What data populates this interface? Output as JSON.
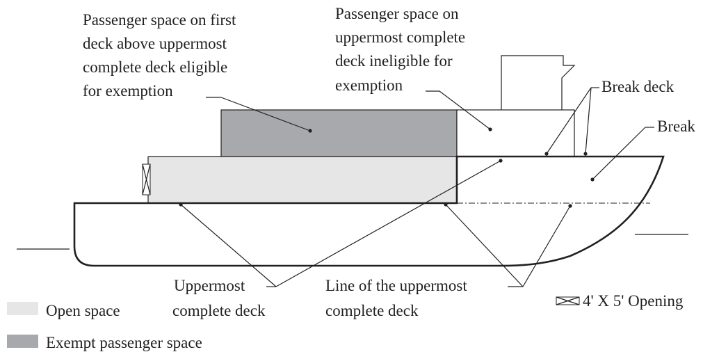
{
  "labels": {
    "exempt_eligible": [
      "Passenger space on first",
      "deck above uppermost",
      "complete deck eligible",
      "for exemption"
    ],
    "ineligible": [
      "Passenger space on",
      "uppermost complete",
      "deck ineligible for",
      "exemption"
    ],
    "break_deck": "Break deck",
    "break": "Break",
    "uppermost_complete_deck": [
      "Uppermost",
      "complete deck"
    ],
    "line_of_uppermost": [
      "Line of the uppermost",
      "complete deck"
    ]
  },
  "legend": {
    "open_space": "Open space",
    "exempt_space": "Exempt passenger space",
    "opening": "4' X 5' Opening"
  },
  "colors": {
    "open_space": "#e6e6e7",
    "exempt_space": "#a7a9ac",
    "line": "#231f20"
  }
}
